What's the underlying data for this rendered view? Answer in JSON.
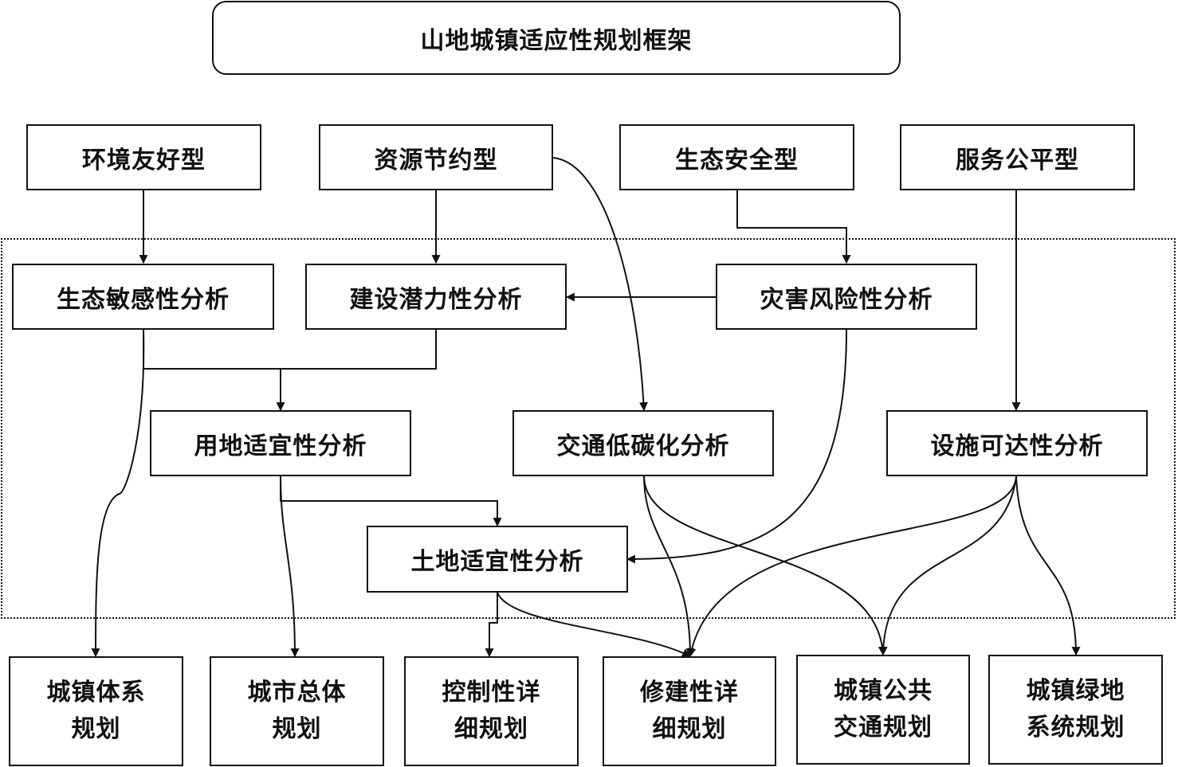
{
  "title": "山地城镇适应性规划框架",
  "goals": {
    "environment": "环境友好型",
    "resource": "资源节约型",
    "ecology": "生态安全型",
    "service": "服务公平型"
  },
  "analyses": {
    "eco_sensitivity": "生态敏感性分析",
    "construction_potential": "建设潜力性分析",
    "disaster_risk": "灾害风险性分析",
    "land_use_suitability": "用地适宜性分析",
    "low_carbon_traffic": "交通低碳化分析",
    "facility_accessibility": "设施可达性分析",
    "land_suitability": "土地适宜性分析"
  },
  "plans": [
    {
      "line1": "城镇体系",
      "line2": "规划"
    },
    {
      "line1": "城市总体",
      "line2": "规划"
    },
    {
      "line1": "控制性详",
      "line2": "细规划"
    },
    {
      "line1": "修建性详",
      "line2": "细规划"
    },
    {
      "line1": "城镇公共",
      "line2": "交通规划"
    },
    {
      "line1": "城镇绿地",
      "line2": "系统规划"
    }
  ]
}
